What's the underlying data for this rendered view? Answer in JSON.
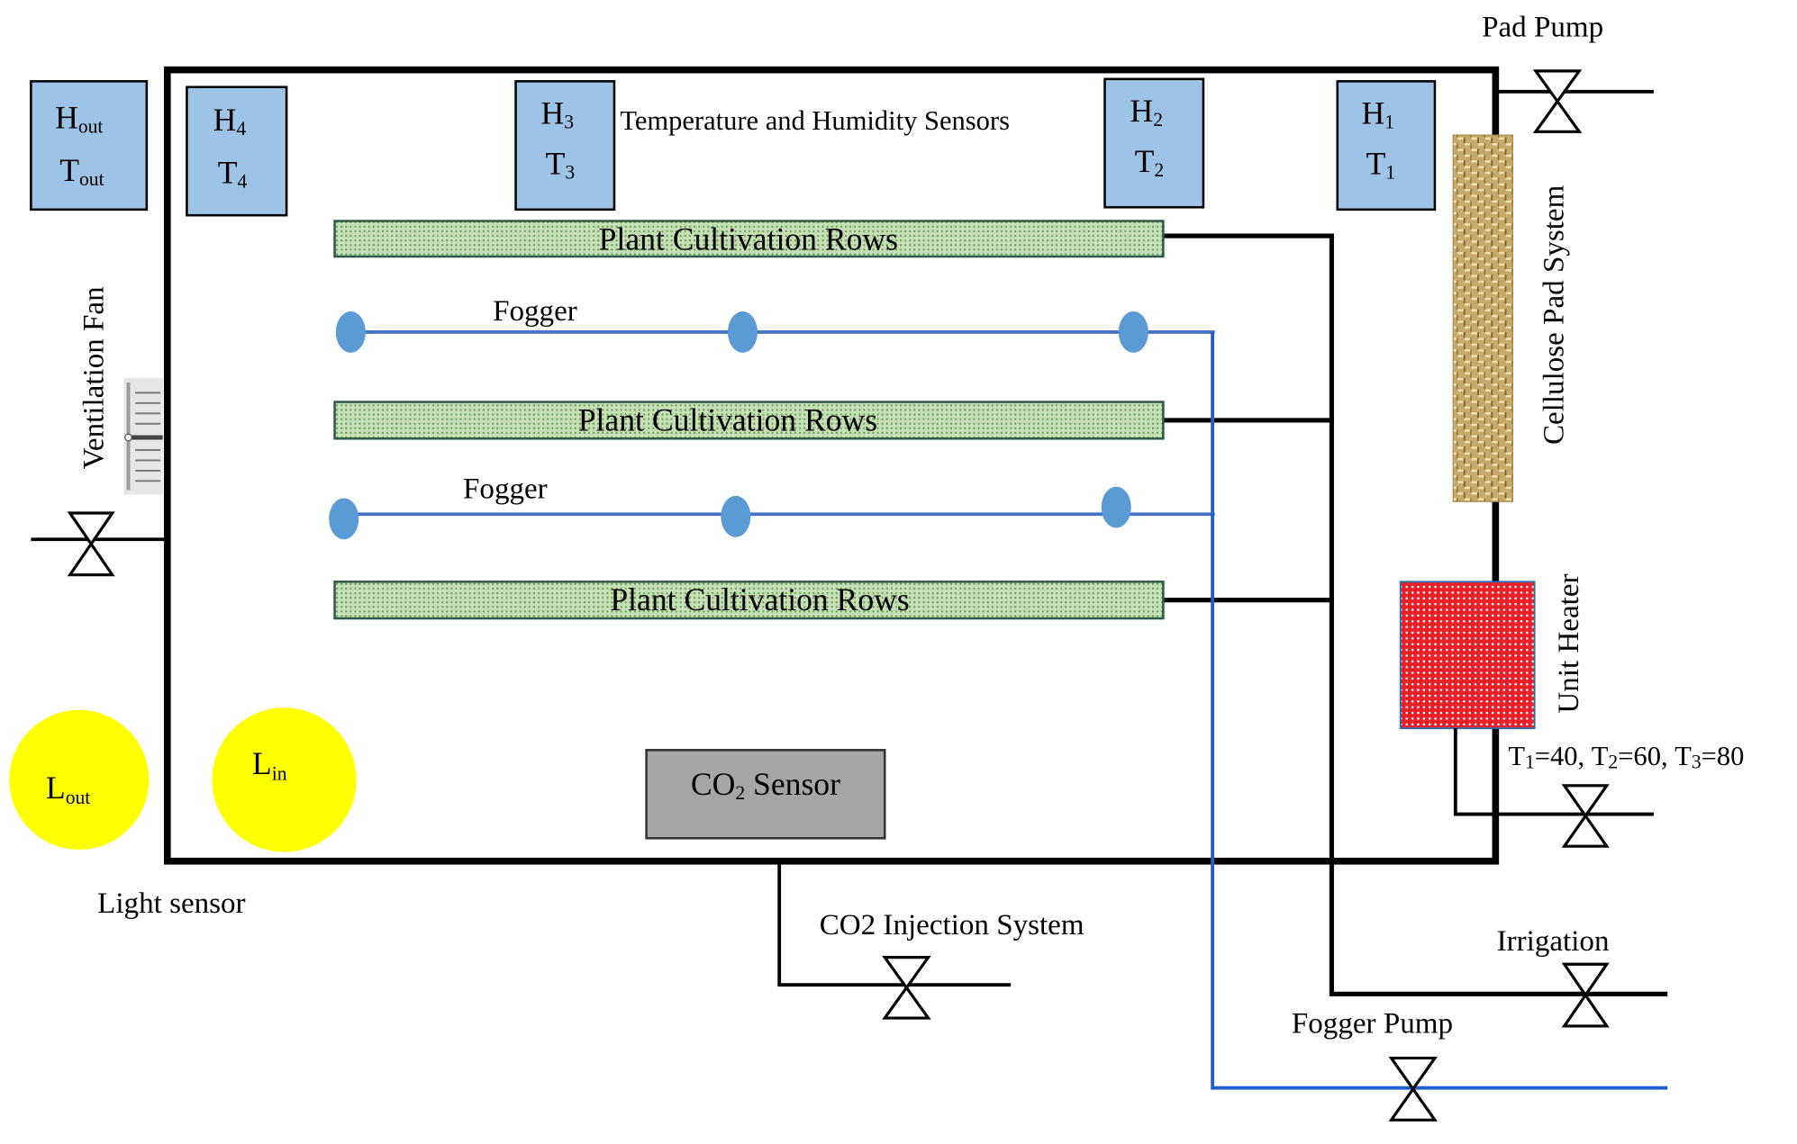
{
  "colors": {
    "sensor_box": "#9dc3e6",
    "plant_row": "#c5e0b4",
    "fogger": "#4472c4",
    "fogger_node": "#5b9bd5",
    "heater": "#e8202a",
    "light_sensor": "#ffff00",
    "co2_sensor": "#a6a6a6",
    "pad": "#c8a96a"
  },
  "sensors": {
    "outside": {
      "h": "H",
      "h_sub": "out",
      "t": "T",
      "t_sub": "out"
    },
    "s4": {
      "h": "H",
      "h_sub": "4",
      "t": "T",
      "t_sub": "4"
    },
    "s3": {
      "h": "H",
      "h_sub": "3",
      "t": "T",
      "t_sub": "3"
    },
    "s2": {
      "h": "H",
      "h_sub": "2",
      "t": "T",
      "t_sub": "2"
    },
    "s1": {
      "h": "H",
      "h_sub": "1",
      "t": "T",
      "t_sub": "1"
    },
    "caption": "Temperature and Humidity Sensors"
  },
  "plant_rows": [
    "Plant Cultivation Rows",
    "Plant Cultivation Rows",
    "Plant Cultivation Rows"
  ],
  "foggers": [
    "Fogger",
    "Fogger"
  ],
  "pad_pump": "Pad Pump",
  "cellulose_pad": "Cellulose Pad System",
  "unit_heater": "Unit Heater",
  "heater_levels": {
    "t1": "T",
    "t1_sub": "1",
    "t1_val": "=40, ",
    "t2": "T",
    "t2_sub": "2",
    "t2_val": "=60, ",
    "t3": "T",
    "t3_sub": "3",
    "t3_val": "=80"
  },
  "ventilation_fan": "Ventilation Fan",
  "light": {
    "out": "L",
    "out_sub": "out",
    "in": "L",
    "in_sub": "in",
    "caption": "Light sensor"
  },
  "co2_sensor": {
    "main": "CO",
    "sub": "2",
    "rest": " Sensor"
  },
  "co2_injection": "CO2 Injection System",
  "irrigation": "Irrigation",
  "fogger_pump": "Fogger Pump"
}
